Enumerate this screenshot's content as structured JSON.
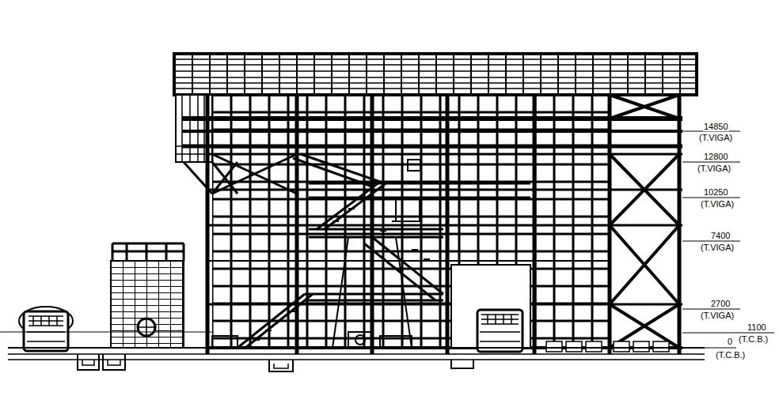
{
  "diagram": {
    "labels": [
      "14850",
      "(T.VIGA)",
      "12800",
      "(T.VIGA)",
      "10250",
      "(T.VIGA)",
      "7400",
      "(T.VIGA)",
      "2700",
      "(T.VIGA)",
      "1100",
      "(T.C.B.)",
      "0",
      "(T.C.B.)"
    ]
  }
}
